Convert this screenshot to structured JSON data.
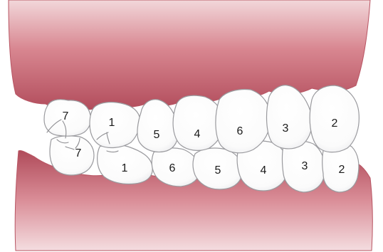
{
  "diagram": {
    "colors": {
      "gum_base": "#c4606d",
      "gum_highlight": "#e8b7bd",
      "gum_dark": "#a84655",
      "tooth": "#ffffff",
      "tooth_outline": "#9a9a9e"
    },
    "upper_teeth": [
      {
        "id": "upper-7",
        "label": "7"
      },
      {
        "id": "upper-1",
        "label": "1"
      },
      {
        "id": "upper-5",
        "label": "5"
      },
      {
        "id": "upper-4",
        "label": "4"
      },
      {
        "id": "upper-6",
        "label": "6"
      },
      {
        "id": "upper-3",
        "label": "3"
      },
      {
        "id": "upper-2",
        "label": "2"
      }
    ],
    "lower_teeth": [
      {
        "id": "lower-7",
        "label": "7"
      },
      {
        "id": "lower-1",
        "label": "1"
      },
      {
        "id": "lower-6",
        "label": "6"
      },
      {
        "id": "lower-5",
        "label": "5"
      },
      {
        "id": "lower-4",
        "label": "4"
      },
      {
        "id": "lower-3",
        "label": "3"
      },
      {
        "id": "lower-2",
        "label": "2"
      }
    ]
  }
}
